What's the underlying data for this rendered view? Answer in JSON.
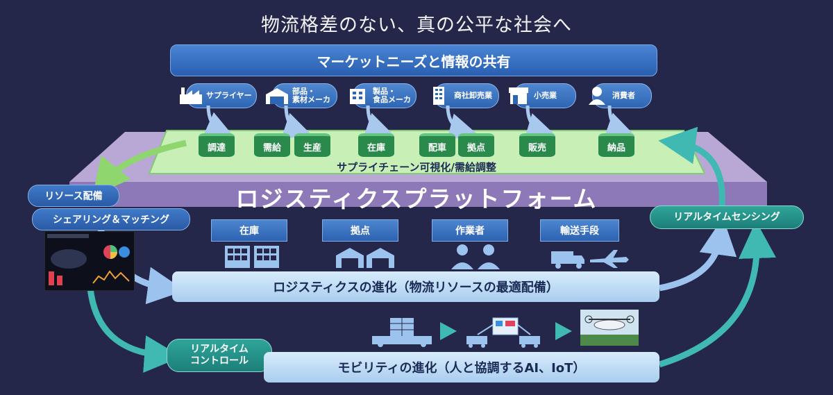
{
  "title": "物流格差のない、真の公平な社会へ",
  "top_bar": "マーケットニーズと情報の共有",
  "actors": [
    {
      "label": "サプライヤー",
      "icon": "factory-icon"
    },
    {
      "label": "部品・\n素材メーカ",
      "icon": "warehouse-icon"
    },
    {
      "label": "製品・\n食品メーカ",
      "icon": "building-icon"
    },
    {
      "label": "商社卸売業",
      "icon": "office-tower-icon"
    },
    {
      "label": "小売業",
      "icon": "shop-icon"
    },
    {
      "label": "消費者",
      "icon": "person-icon"
    }
  ],
  "data_stores": [
    "調達",
    "需給",
    "生産",
    "在庫",
    "配車",
    "拠点",
    "販売",
    "納品"
  ],
  "supply_chain_label": "サプライチェーン可視化/需給調整",
  "platform_label": "ロジスティクスプラットフォーム",
  "resource_alloc": "リソース配備",
  "sharing": "シェアリング＆マッチング",
  "realtime_sensing": "リアルタイムセンシング",
  "resources": [
    {
      "label": "在庫",
      "icon": "shelving-icon"
    },
    {
      "label": "拠点",
      "icon": "warehouse-pair-icon"
    },
    {
      "label": "作業者",
      "icon": "workers-icon"
    },
    {
      "label": "輸送手段",
      "icon": "truck-plane-icon"
    }
  ],
  "logistics_evolution": "ロジスティクスの進化（物流リソースの最適配備）",
  "realtime_control": "リアルタイム\nコントロール",
  "mobility_evolution": "モビリティの進化（人と協調するAI、IoT）",
  "colors": {
    "background": "#24264a",
    "accent_blue": "#2f66b3",
    "teal": "#1c7f78",
    "green": "#2a8a4c"
  }
}
